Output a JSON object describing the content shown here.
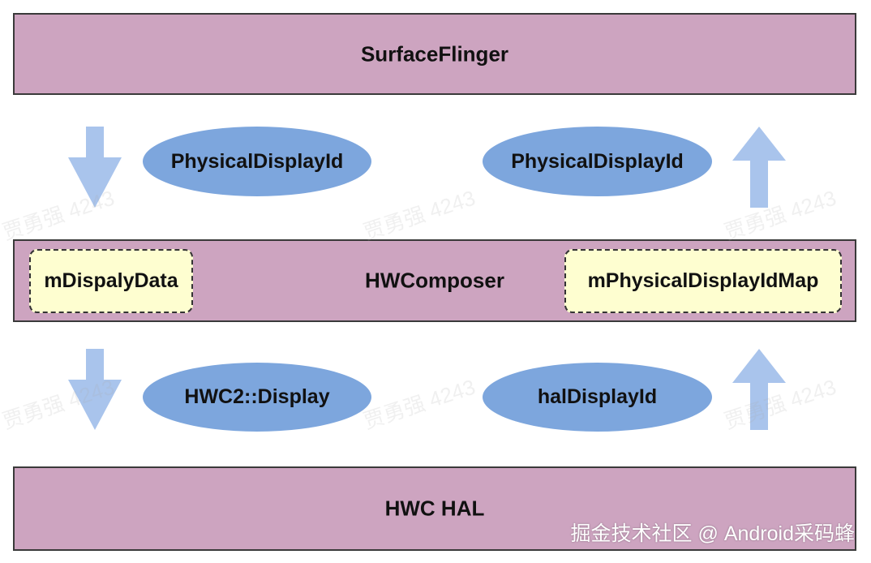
{
  "layers": {
    "surfaceflinger": "SurfaceFlinger",
    "hwcomposer": "HWComposer",
    "hwc_hal": "HWC HAL"
  },
  "hwcomposer_fields": {
    "left": "mDispalyData",
    "right": "mPhysicalDisplayIdMap"
  },
  "flows": {
    "top_down": "PhysicalDisplayId",
    "top_up": "PhysicalDisplayId",
    "bottom_down": "HWC2::Display",
    "bottom_up": "halDisplayId"
  },
  "watermark_text": "贾勇强 4243",
  "credit": "掘金技术社区 @ Android采码蜂",
  "colors": {
    "layer_fill": "#cda4c0",
    "field_fill": "#fefed0",
    "ellipse_fill": "#7da6dd",
    "arrow_fill": "#a9c4ec"
  }
}
